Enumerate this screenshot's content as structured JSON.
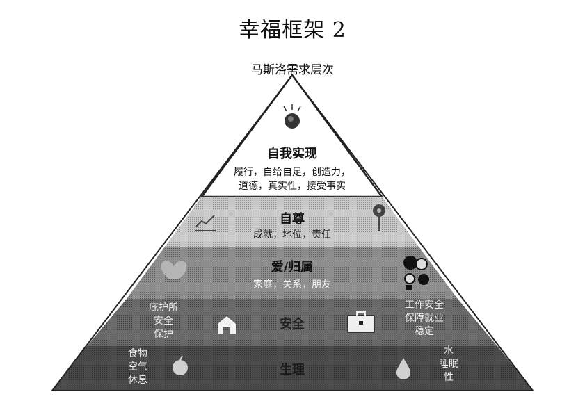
{
  "title": "幸福框架 2",
  "subtitle": "马斯洛需求层次",
  "levels": {
    "self_actualization": {
      "name": "自我实现",
      "line1": "履行，自给自足，创造力，",
      "line2": "道德，真实性，接受事实"
    },
    "esteem": {
      "name": "自尊",
      "desc": "成就，地位，责任"
    },
    "love": {
      "name": "爱/归属",
      "desc": "家庭，关系，朋友"
    },
    "safety": {
      "name": "安全",
      "left_1": "庇护所",
      "left_2": "安全",
      "left_3": "保护",
      "right_1": "工作安全",
      "right_2": "保障就业",
      "right_3": "稳定"
    },
    "physiological": {
      "name": "生理",
      "left_1": "食物",
      "left_2": "空气",
      "left_3": "休息",
      "right_1": "水",
      "right_2": "睡眠",
      "right_3": "性"
    }
  }
}
